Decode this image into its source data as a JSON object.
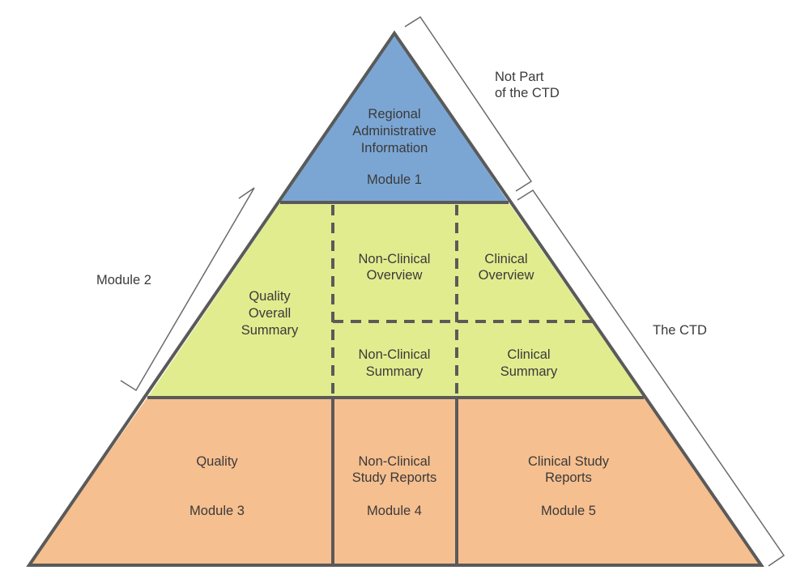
{
  "top": {
    "lines": [
      "Regional",
      "Administrative",
      "Information"
    ],
    "module": "Module 1"
  },
  "middle": {
    "quality_overall_summary": [
      "Quality",
      "Overall",
      "Summary"
    ],
    "nonclinical_overview": [
      "Non-Clinical",
      "Overview"
    ],
    "clinical_overview": [
      "Clinical",
      "Overview"
    ],
    "nonclinical_summary": [
      "Non-Clinical",
      "Summary"
    ],
    "clinical_summary": [
      "Clinical",
      "Summary"
    ]
  },
  "bottom": {
    "quality": {
      "lines": [
        "Quality"
      ],
      "module": "Module 3"
    },
    "nonclinical": {
      "lines": [
        "Non-Clinical",
        "Study Reports"
      ],
      "module": "Module 4"
    },
    "clinical": {
      "lines": [
        "Clinical Study",
        "Reports"
      ],
      "module": "Module 5"
    }
  },
  "brackets": {
    "not_part": [
      "Not Part",
      "of the CTD"
    ],
    "module2": "Module 2",
    "the_ctd": "The CTD"
  },
  "colors": {
    "top_fill": "#7ba6d4",
    "middle_fill": "#e1ec8e",
    "bottom_fill": "#f6bf8f",
    "outline": "#5a5a5a",
    "text": "#3a3a3a"
  }
}
